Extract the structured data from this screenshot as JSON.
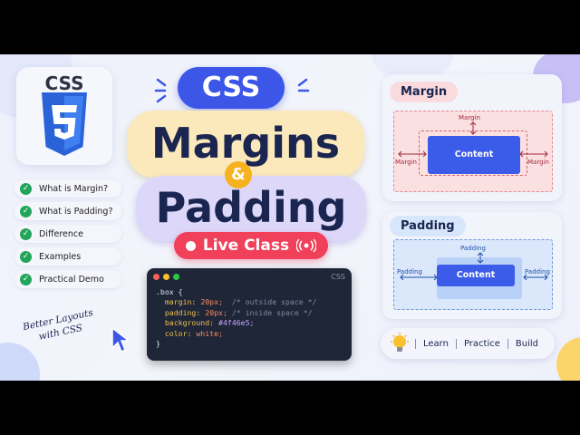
{
  "logo": {
    "text": "CSS",
    "icon": "css3-shield-icon"
  },
  "checklist": [
    {
      "label": "What is Margin?"
    },
    {
      "label": "What is Padding?"
    },
    {
      "label": "Difference"
    },
    {
      "label": "Examples"
    },
    {
      "label": "Practical Demo"
    }
  ],
  "title": {
    "css": "CSS",
    "margins": "Margins",
    "amp": "&",
    "padding": "Padding"
  },
  "live": {
    "label": "Live Class"
  },
  "handwritten": {
    "line1": "Better Layouts",
    "line2": "with CSS"
  },
  "code": {
    "tag": "CSS",
    "selector": ".box {",
    "margin_prop": "margin:",
    "margin_val": "20px;",
    "margin_comment": "/* outside space */",
    "padding_prop": "padding:",
    "padding_val": "20px;",
    "padding_comment": "/* inside space */",
    "bg_prop": "background:",
    "bg_val": "#4f46e5;",
    "color_prop": "color:",
    "color_val": "white;",
    "close": "}"
  },
  "margin_panel": {
    "title": "Margin",
    "top": "Margin",
    "left": "Margin",
    "right": "Margin",
    "content": "Content"
  },
  "padding_panel": {
    "title": "Padding",
    "top": "Padding",
    "left": "Padding",
    "right": "Padding",
    "content": "Content"
  },
  "bottom": {
    "learn": "Learn",
    "practice": "Practice",
    "build": "Build",
    "icon": "lightbulb-icon"
  },
  "colors": {
    "accent": "#3c56e8",
    "live": "#f0405a",
    "margins_bg": "#fbe9bc",
    "padding_bg": "#ddd8fa"
  }
}
